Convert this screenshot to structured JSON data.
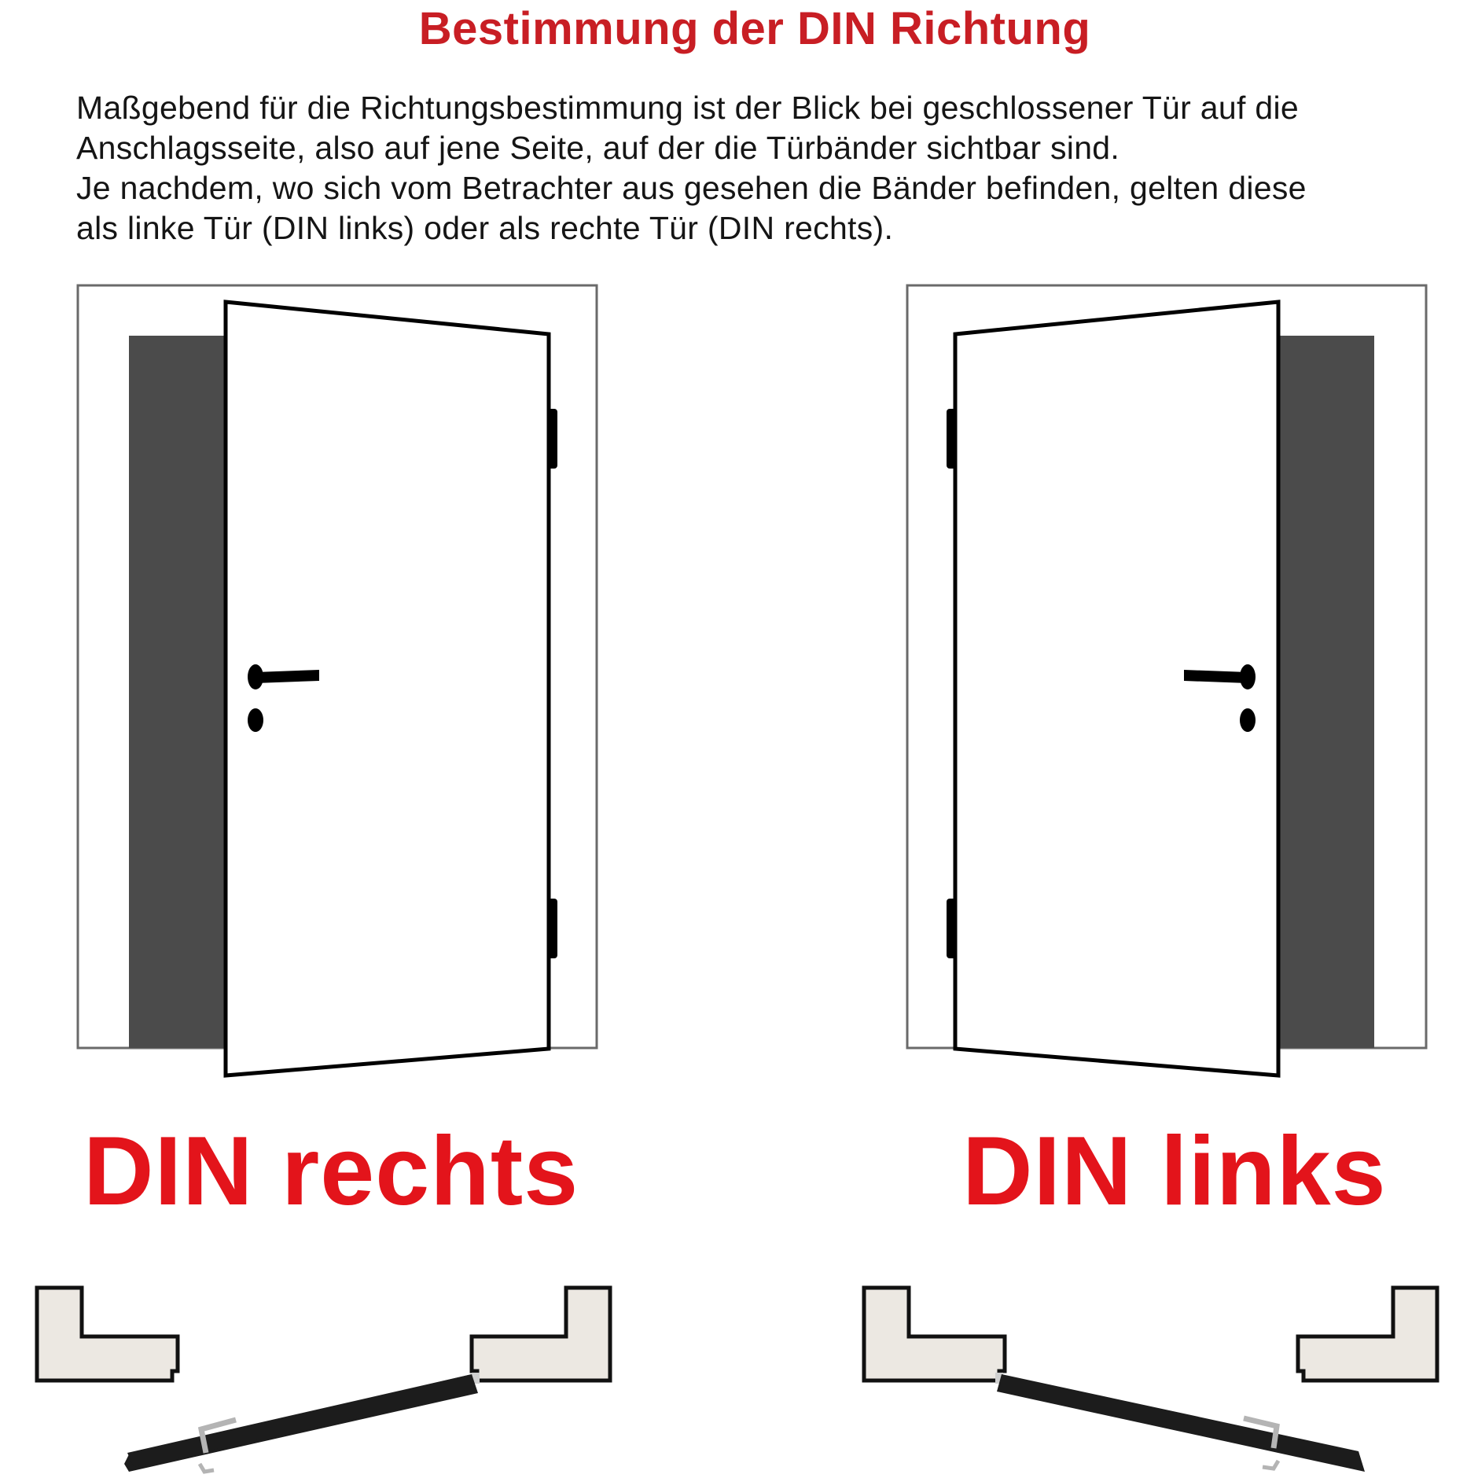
{
  "title": "Bestimmung der DIN Richtung",
  "description": {
    "lines": [
      "Maßgebend für die Richtungsbestimmung ist der Blick bei geschlossener Tür auf die",
      "Anschlagsseite, also auf jene Seite, auf der die Türbänder sichtbar sind.",
      "Je nachdem, wo sich vom Betrachter aus gesehen die Bänder befinden, gelten diese",
      "als linke Tür (DIN links) oder als rechte Tür (DIN rechts)."
    ]
  },
  "diagrams": [
    {
      "id": "din-rechts",
      "label": "DIN rechts",
      "hinge_side": "right",
      "handle_side": "left",
      "elevation": "door-elevation-right-hinged",
      "plan_view": "door-plan-right-hinged"
    },
    {
      "id": "din-links",
      "label": "DIN links",
      "hinge_side": "left",
      "handle_side": "right",
      "elevation": "door-elevation-left-hinged",
      "plan_view": "door-plan-left-hinged"
    }
  ],
  "colors": {
    "title_red": "#c81e24",
    "label_red": "#e3141b",
    "text": "#151515",
    "frame_outline": "#6a6a6a",
    "opening_dark": "#4b4b4b",
    "door_outline": "#000000",
    "frame_section_fill": "#ece8e2",
    "door_leaf_section": "#1c1c1c",
    "hardware_grey": "#b4b4b4"
  }
}
